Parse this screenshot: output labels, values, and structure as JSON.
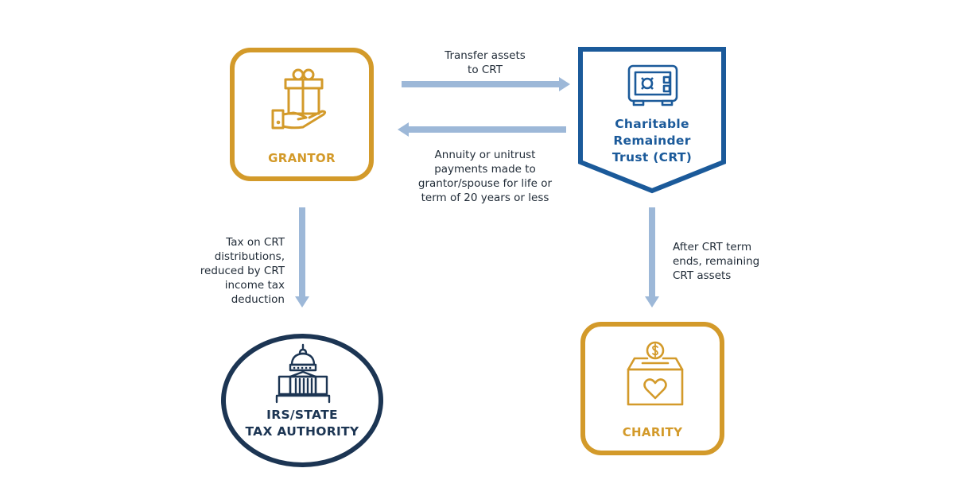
{
  "nodes": {
    "grantor": {
      "label": "GRANTOR",
      "icon": "gift-in-hand-icon"
    },
    "crt": {
      "label_lines": [
        "Charitable",
        "Remainder",
        "Trust (CRT)"
      ],
      "icon": "safe-icon"
    },
    "irs": {
      "label_lines": [
        "IRS/STATE",
        "TAX AUTHORITY"
      ],
      "icon": "capitol-building-icon"
    },
    "charity": {
      "label": "CHARITY",
      "icon": "donation-box-icon"
    }
  },
  "flows": {
    "transfer": {
      "from": "GRANTOR",
      "to": "Charitable Remainder Trust (CRT)",
      "text_lines": [
        "Transfer assets",
        "to CRT"
      ]
    },
    "annuity": {
      "from": "Charitable Remainder Trust (CRT)",
      "to": "GRANTOR",
      "text_lines": [
        "Annuity or unitrust",
        "payments made to",
        "grantor/spouse for life or",
        "term of 20 years or less"
      ]
    },
    "tax": {
      "from": "GRANTOR",
      "to": "IRS/STATE TAX AUTHORITY",
      "text_lines": [
        "Tax on CRT",
        "distributions,",
        "reduced by CRT",
        "income tax",
        "deduction"
      ]
    },
    "after": {
      "from": "Charitable Remainder Trust (CRT)",
      "to": "CHARITY",
      "text_lines": [
        "After CRT term",
        "ends, remaining",
        "CRT assets"
      ]
    }
  },
  "colors": {
    "gold": "#d39a2a",
    "navy": "#1c3553",
    "crt_blue": "#1b5a9a",
    "arrow": "#9db8d8",
    "text": "#1f2a36"
  }
}
